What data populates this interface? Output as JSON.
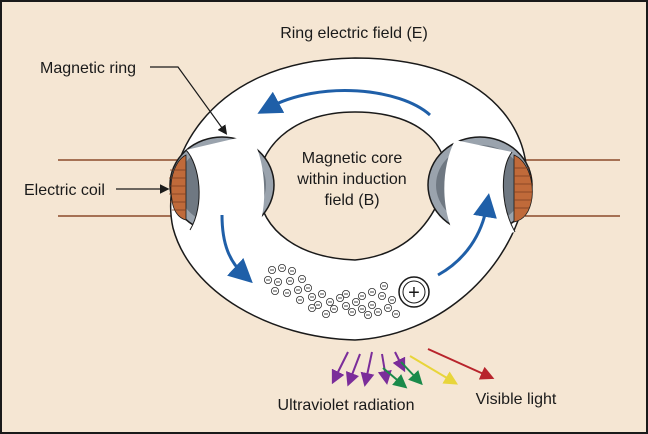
{
  "labels": {
    "ring_field": "Ring electric field (E)",
    "magnetic_ring": "Magnetic ring",
    "electric_coil": "Electric coil",
    "core_line1": "Magnetic core",
    "core_line2": "within induction",
    "core_line3": "field (B)",
    "uv": "Ultraviolet radiation",
    "visible": "Visible light"
  },
  "symbols": {
    "electron": "⊖",
    "ion": "+"
  },
  "colors": {
    "background": "#f5e6d3",
    "tube": "#ffffff",
    "magnet": "#9aa3ad",
    "magnet_dark": "#6f7882",
    "coil": "#c06a3a",
    "wire": "#8b4a2b",
    "field_arrow": "#1f5fa8",
    "uv_arrow": "#7b2d9a",
    "green_arrow": "#1a8a4a",
    "yellow_arrow": "#e8d53a",
    "red_arrow": "#b8242c"
  },
  "icons": {
    "field_arrows": "curved-arrow-icon",
    "ion": "plus-circle-icon",
    "electron": "minus-circle-icon"
  }
}
